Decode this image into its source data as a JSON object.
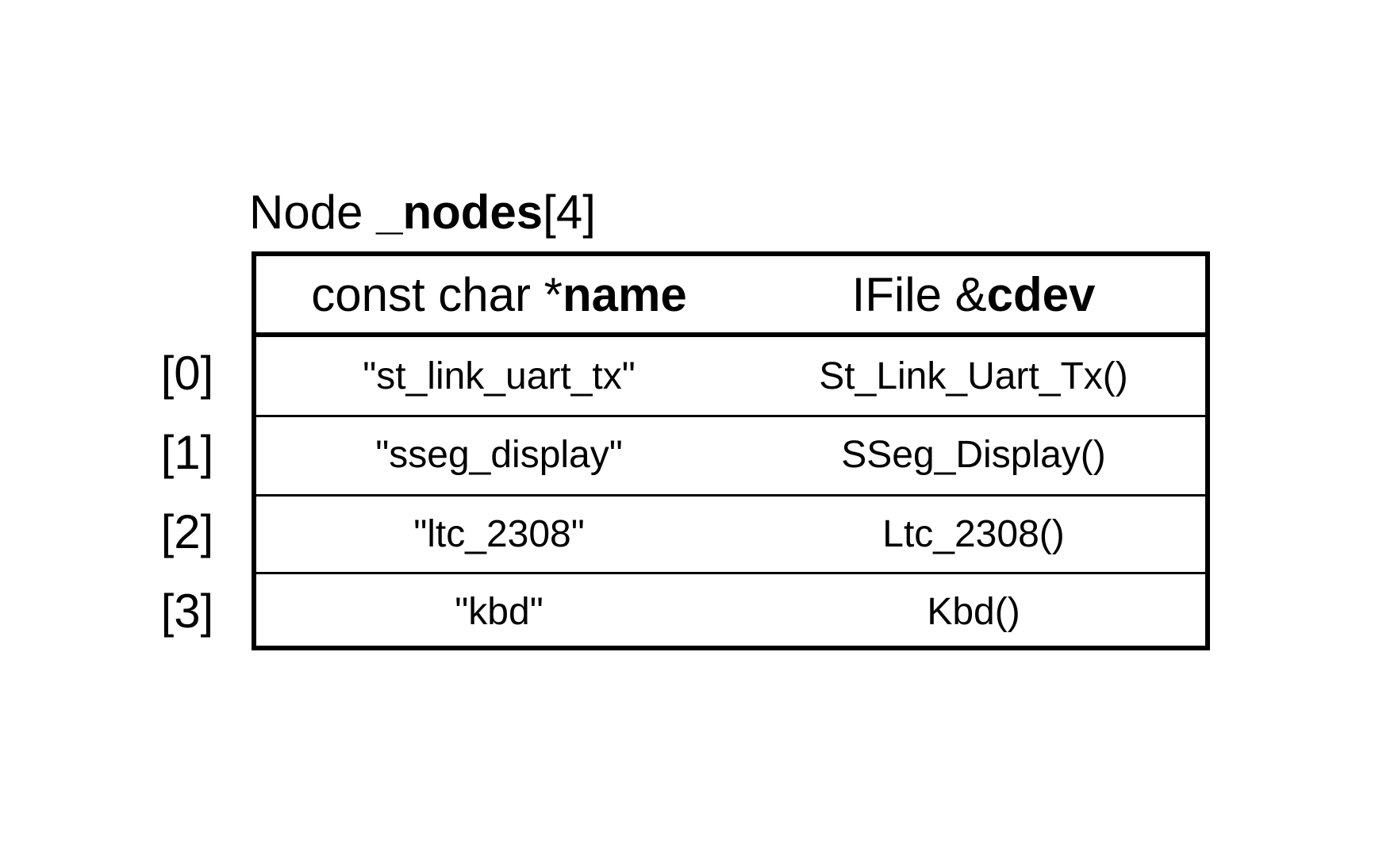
{
  "title": {
    "type_prefix": "Node ",
    "name": "_nodes",
    "suffix": "[4]"
  },
  "columns": [
    {
      "type_prefix": "const char *",
      "name": "name"
    },
    {
      "type_prefix": "IFile &",
      "name": "cdev"
    }
  ],
  "rows": [
    {
      "index": "[0]",
      "name": "\"st_link_uart_tx\"",
      "cdev": "St_Link_Uart_Tx()"
    },
    {
      "index": "[1]",
      "name": "\"sseg_display\"",
      "cdev": "SSeg_Display()"
    },
    {
      "index": "[2]",
      "name": "\"ltc_2308\"",
      "cdev": "Ltc_2308()"
    },
    {
      "index": "[3]",
      "name": "\"kbd\"",
      "cdev": "Kbd()"
    }
  ]
}
